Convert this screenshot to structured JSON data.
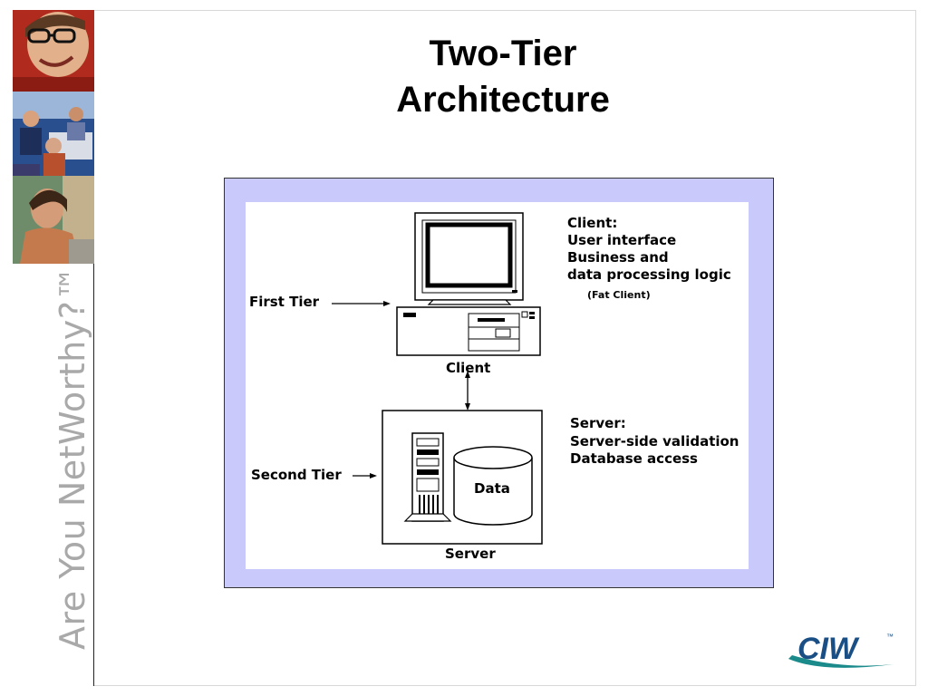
{
  "slide": {
    "title_line1": "Two-Tier",
    "title_line2": "Architecture",
    "tagline": "Are You NetWorthy?™",
    "logo_text": "CIW",
    "logo_tm": "™"
  },
  "diagram": {
    "first_tier_label": "First Tier",
    "second_tier_label": "Second Tier",
    "client_caption": "Client",
    "server_caption": "Server",
    "data_label": "Data",
    "client_notes": [
      "Client:",
      "User interface",
      "Business and",
      "data processing logic",
      "(Fat Client)"
    ],
    "server_notes": [
      "Server:",
      "Server-side validation",
      "Database access"
    ]
  },
  "colors": {
    "diagram_border": "#c9c9fb",
    "tagline": "#a9a9a9",
    "logo_blue": "#1a4f86",
    "logo_teal": "#1a8a8a"
  }
}
